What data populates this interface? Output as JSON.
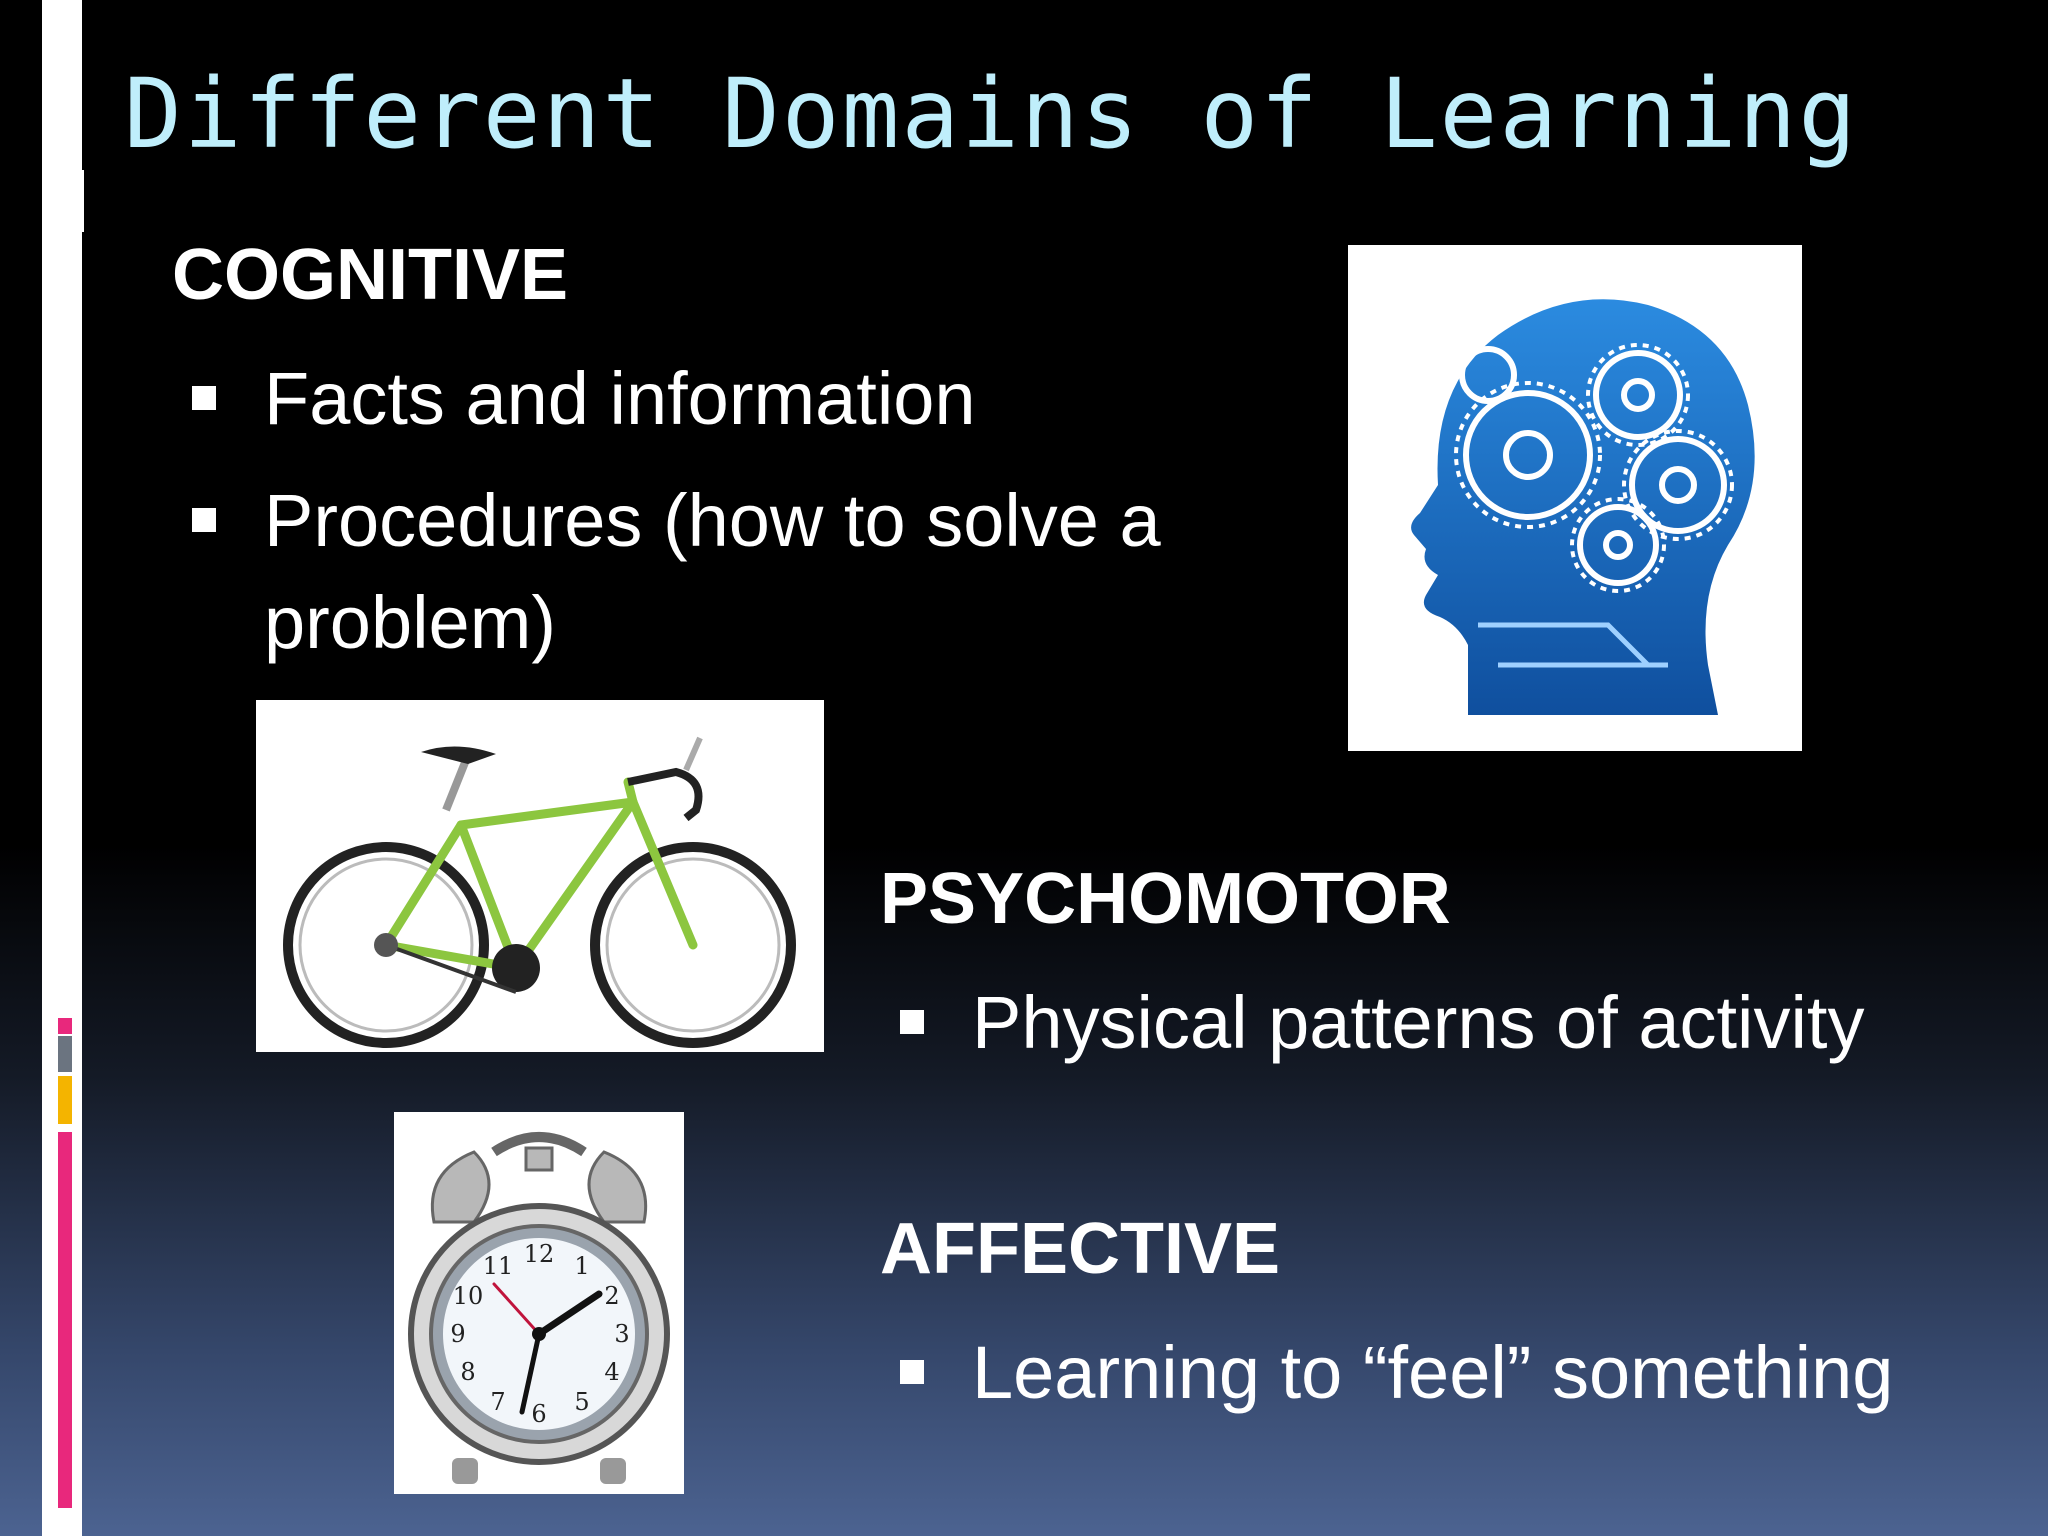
{
  "slide": {
    "title": "Different Domains of Learning",
    "sections": {
      "cognitive": {
        "heading": "COGNITIVE",
        "bullets": [
          "Facts and information",
          "Procedures (how to solve a",
          "problem)"
        ]
      },
      "psychomotor": {
        "heading": "PSYCHOMOTOR",
        "bullets": [
          "Physical patterns of activity"
        ]
      },
      "affective": {
        "heading": "AFFECTIVE",
        "bullets": [
          "Learning to “feel” something"
        ]
      }
    },
    "images": [
      "head-gears-image",
      "bicycle-image",
      "alarm-clock-image"
    ],
    "colors": {
      "title": "#bfeefb",
      "accent_pink": "#e8287c",
      "accent_yellow": "#f4b400",
      "accent_gray": "#6b7480",
      "bike_frame": "#8cc63f",
      "head_blue": "#1e6fc8"
    }
  }
}
